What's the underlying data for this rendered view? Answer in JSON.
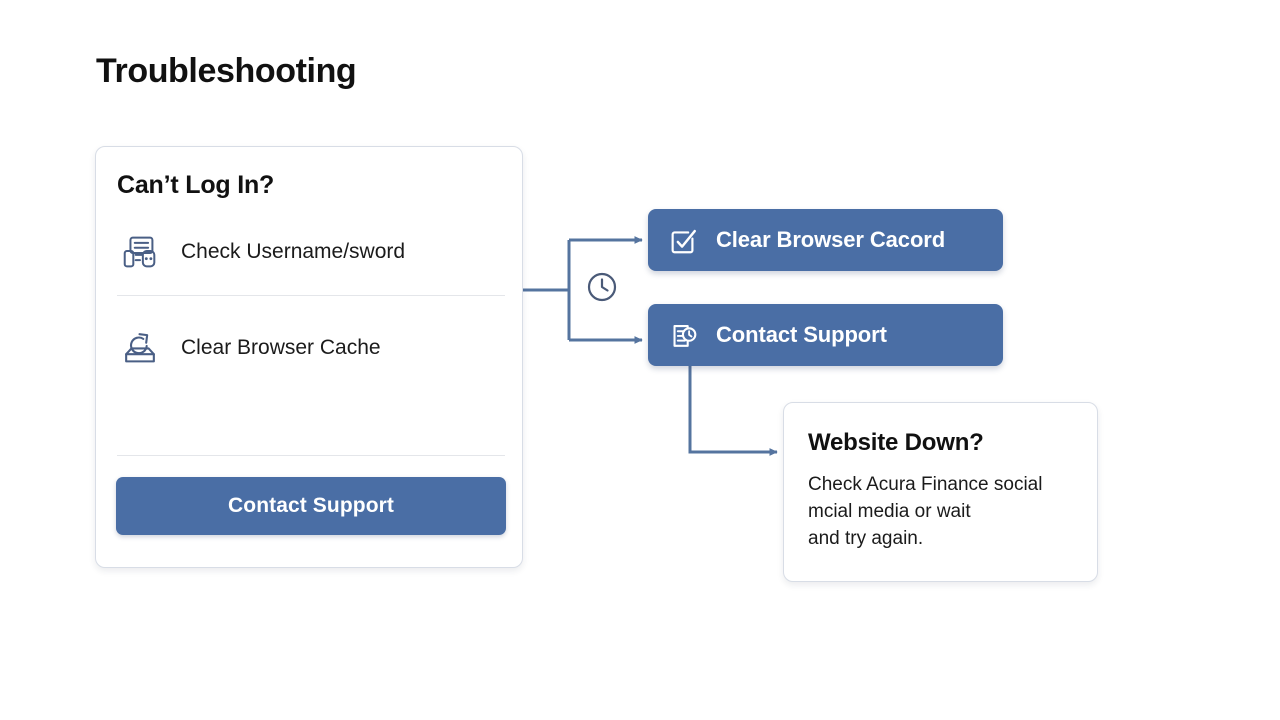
{
  "slide": {
    "title": "Troubleshooting",
    "background_color": "#ffffff"
  },
  "theme": {
    "accent_blue": "#4a6ea5",
    "connector_blue": "#55749f",
    "card_border": "#d8dde6",
    "divider": "#e4e6ea",
    "text_dark": "#111111",
    "text_body": "#1b1b1b",
    "button_text": "#ffffff"
  },
  "main_card": {
    "heading": "Can’t Log In?",
    "options": [
      {
        "label": "Check Username/sword",
        "icon": "id-document-icon"
      },
      {
        "label": "Clear Browser Cache",
        "icon": "refresh-inbox-icon"
      }
    ],
    "cta": {
      "label": "Contact Support",
      "icon": "none"
    }
  },
  "flow_buttons": [
    {
      "label": "Clear Browser Cacord",
      "icon": "checkbox-check-icon"
    },
    {
      "label": "Contact Support",
      "icon": "document-clock-icon"
    }
  ],
  "branch": {
    "icon": "clock-icon"
  },
  "info_card": {
    "title": "Website Down?",
    "body_lines": [
      "Check Acura Finance social",
      "mcial media or wait",
      "and try again."
    ]
  },
  "chart_data": {
    "type": "diagram",
    "title": "Troubleshooting",
    "nodes": [
      {
        "id": "main-card",
        "kind": "card",
        "label": "Can’t Log In?"
      },
      {
        "id": "branch",
        "kind": "junction",
        "label": "clock-icon"
      },
      {
        "id": "flow-btn-0",
        "kind": "button",
        "label": "Clear Browser Cacord"
      },
      {
        "id": "flow-btn-1",
        "kind": "button",
        "label": "Contact Support"
      },
      {
        "id": "info-card",
        "kind": "card",
        "label": "Website Down?"
      }
    ],
    "edges": [
      {
        "from": "main-card",
        "to": "flow-btn-0",
        "style": "orthogonal-arrow"
      },
      {
        "from": "main-card",
        "to": "flow-btn-1",
        "style": "orthogonal-arrow"
      },
      {
        "from": "flow-btn-1",
        "to": "info-card",
        "style": "orthogonal-arrow"
      }
    ],
    "legend_position": "none",
    "grid": false
  }
}
